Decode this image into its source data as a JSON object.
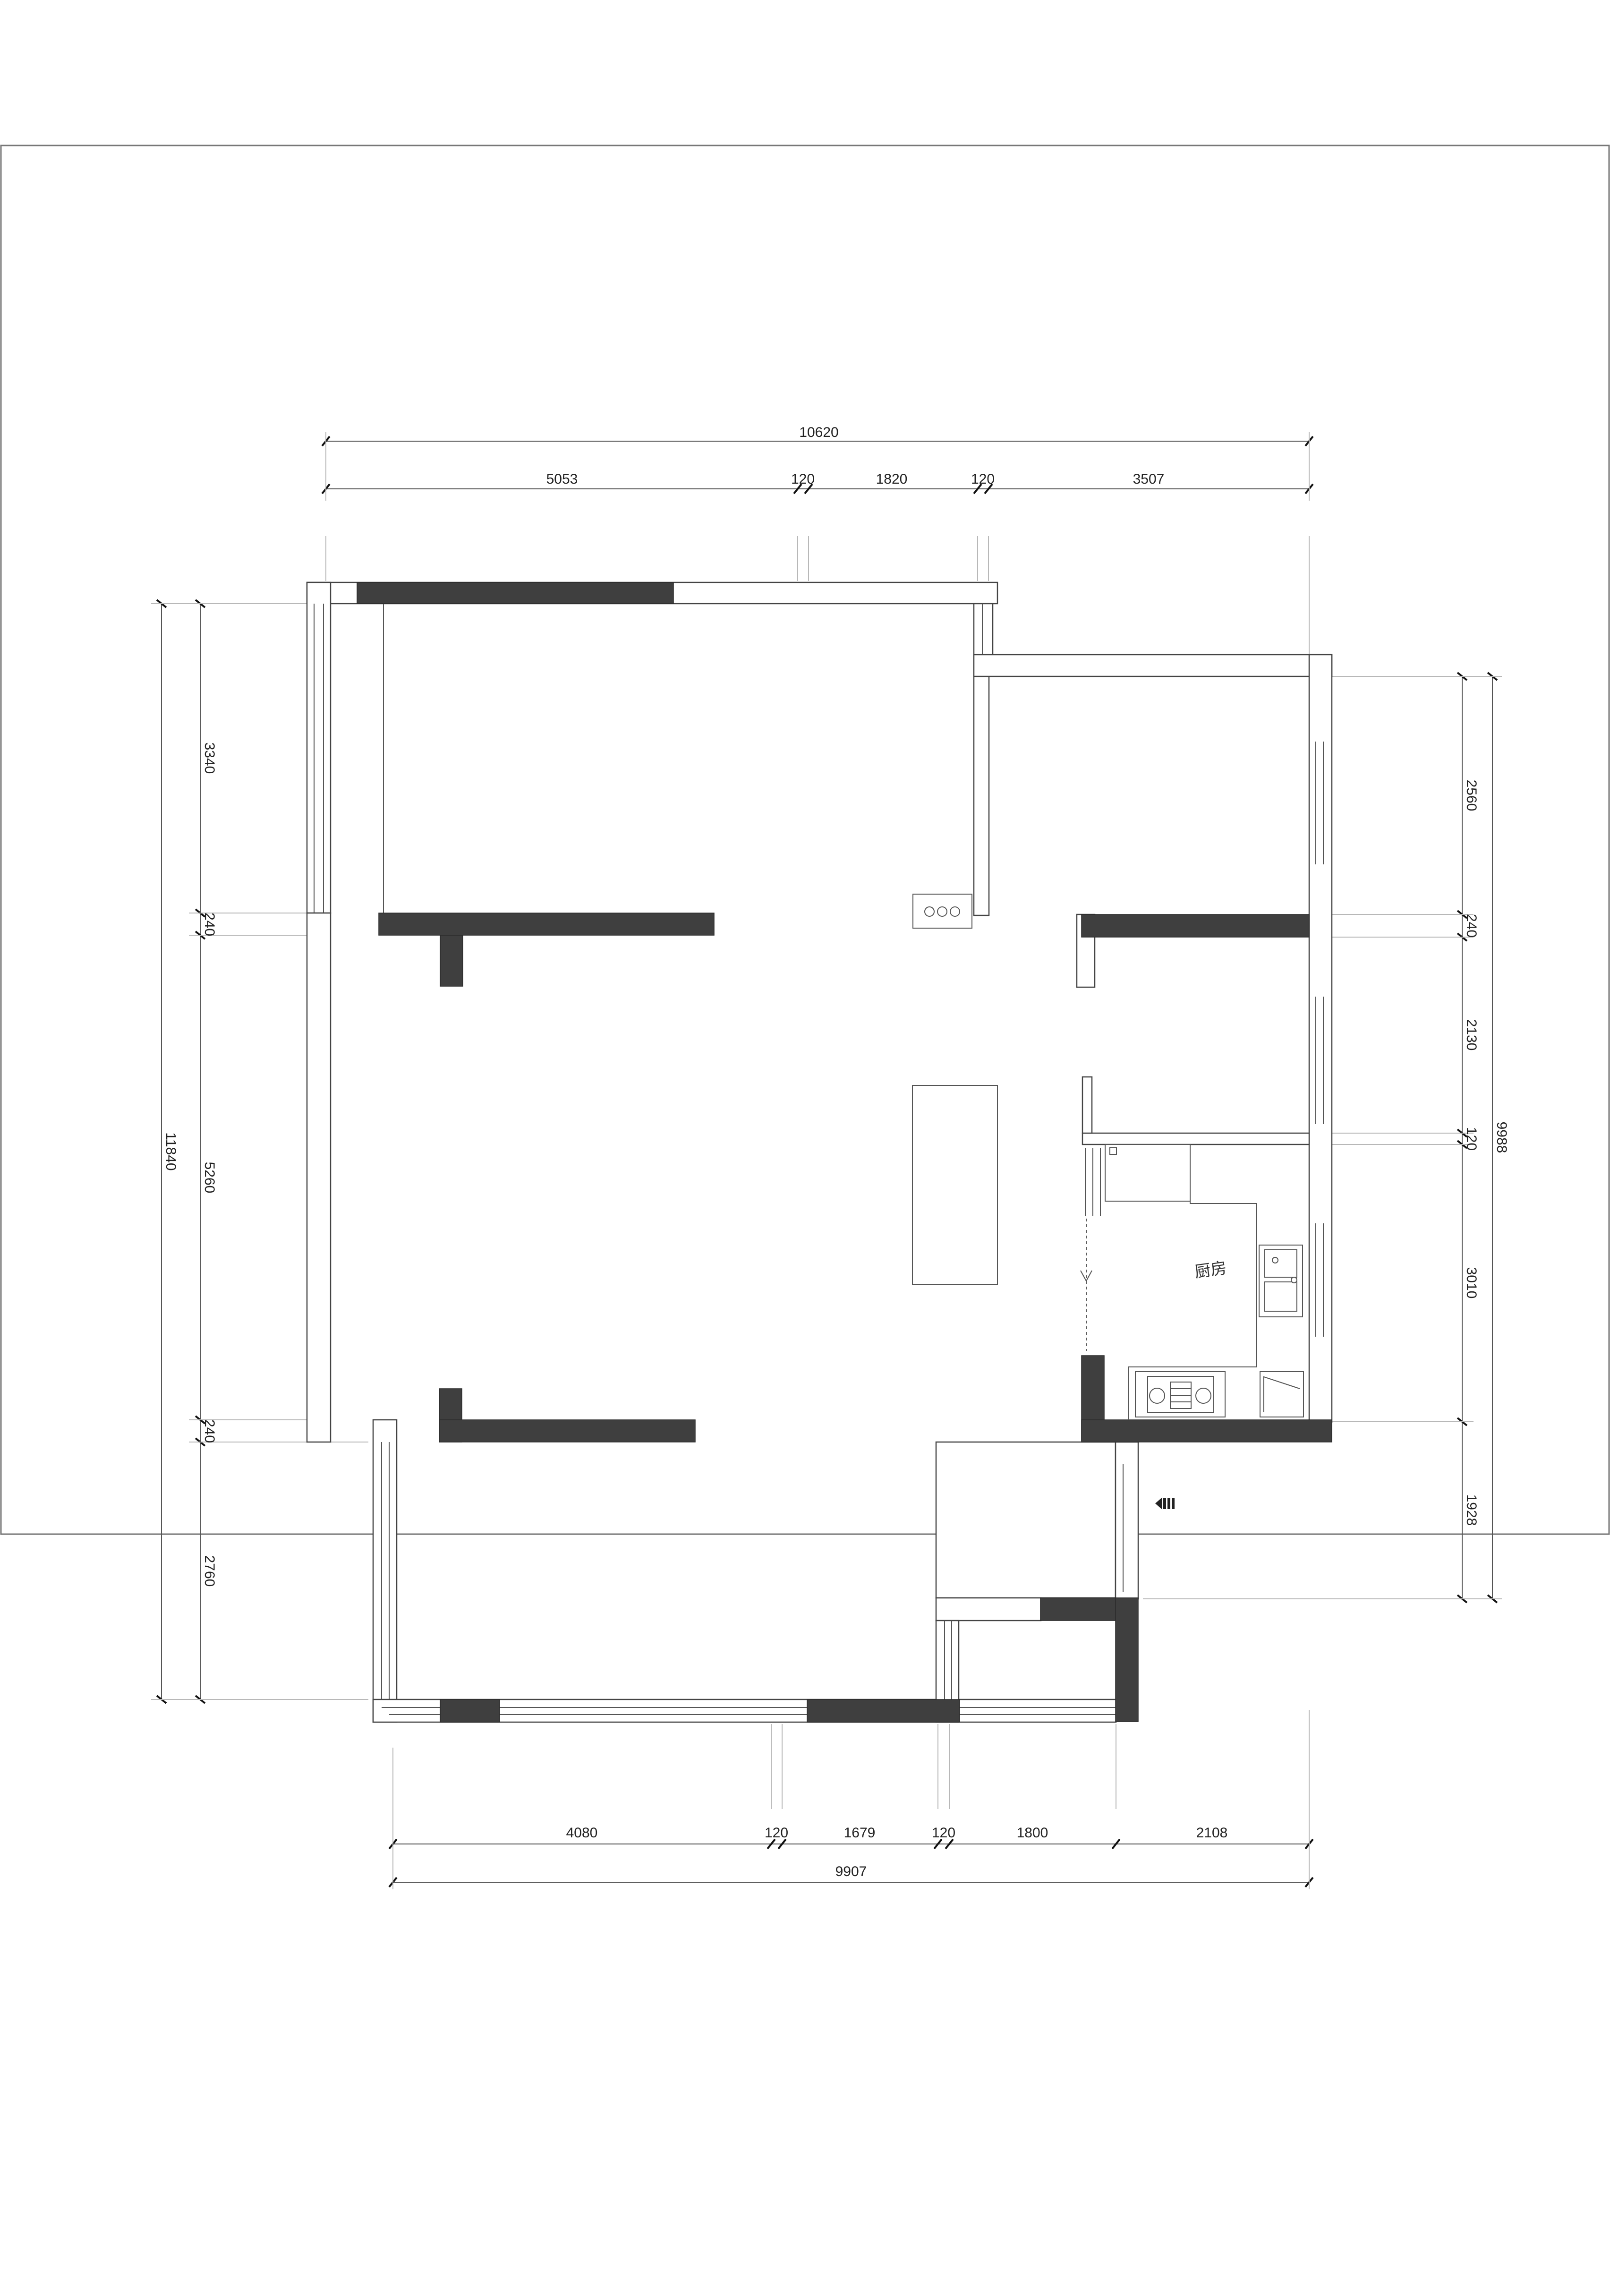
{
  "plan": {
    "rooms": [
      {
        "label": "厨房"
      }
    ],
    "dimensions": {
      "top_total": "10620",
      "top_segments": [
        "5053",
        "120",
        "1820",
        "120",
        "3507"
      ],
      "bottom_segments": [
        "4080",
        "120",
        "1679",
        "120",
        "1800",
        "2108"
      ],
      "bottom_total": "9907",
      "left_total": "11840",
      "left_segments": [
        "3340",
        "240",
        "5260",
        "240",
        "2760"
      ],
      "right_total": "9988",
      "right_segments": [
        "2560",
        "240",
        "2130",
        "120",
        "3010",
        "1928"
      ]
    }
  }
}
